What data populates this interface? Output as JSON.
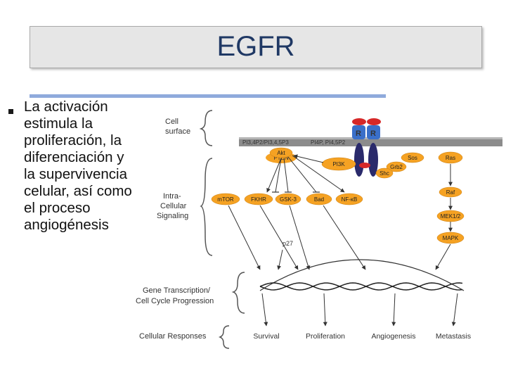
{
  "slide": {
    "title": "EGFR",
    "body_lines": [
      "La activación",
      "estimula la",
      "proliferación, la",
      "diferenciación y",
      "la supervivencia",
      "celular, así como",
      "el proceso",
      "angiogénesis"
    ]
  },
  "diagram": {
    "levels": [
      "Cell surface",
      "Intra-Cellular Signaling",
      "Gene Transcription/ Cell Cycle Progression",
      "Cellular Responses"
    ],
    "membrane_labels": [
      "PI3,4P2/PI3,4,5P3",
      "PI4P, PI4,5P2"
    ],
    "receptor_label": "R",
    "nodes": {
      "pten": "PTEN",
      "akt": "Akt",
      "pi3k": "PI3K",
      "sos": "Sos",
      "grb2": "Grb2",
      "shc": "Shc",
      "ras": "Ras",
      "mtor": "mTOR",
      "fkhr": "FKHR",
      "gsk3": "GSK-3",
      "bad": "Bad",
      "nfkb": "NF-κB",
      "raf": "Raf",
      "mek": "MEK1/2",
      "mapk": "MAPK",
      "p27": "p27"
    },
    "responses": [
      "Survival",
      "Proliferation",
      "Angiogenesis",
      "Metastasis"
    ],
    "colors": {
      "node": "#f5a223",
      "receptor_blue": "#3a6fc9",
      "receptor_red": "#d62828",
      "dark": "#2a2a6b",
      "membrane": "#8c8c8c"
    }
  }
}
